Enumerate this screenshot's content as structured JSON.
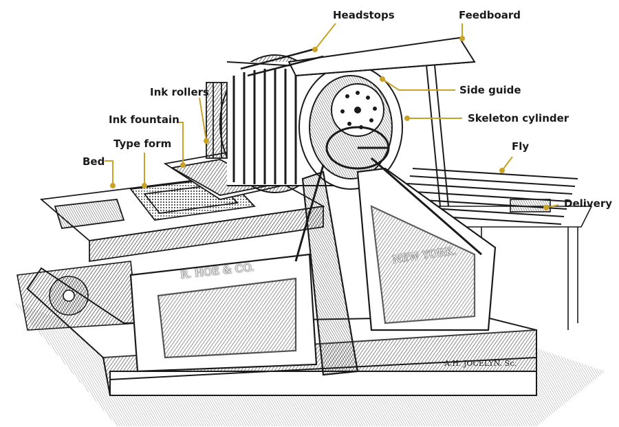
{
  "diagram": {
    "colors": {
      "leader": "#c9a227",
      "ink": "#1a1a1a",
      "paper": "#ffffff"
    },
    "labels": {
      "headstops": "Headstops",
      "feedboard": "Feedboard",
      "ink_rollers": "Ink rollers",
      "side_guide": "Side guide",
      "ink_fountain": "Ink fountain",
      "skeleton_cylinder": "Skeleton cylinder",
      "type_form": "Type form",
      "fly": "Fly",
      "bed": "Bed",
      "delivery": "Delivery"
    },
    "engraving": {
      "maker_plate": "R. HOE & CO.",
      "city_plate": "NEW YORK.",
      "engraver": "A.H. JOCELYN. Sc."
    }
  }
}
